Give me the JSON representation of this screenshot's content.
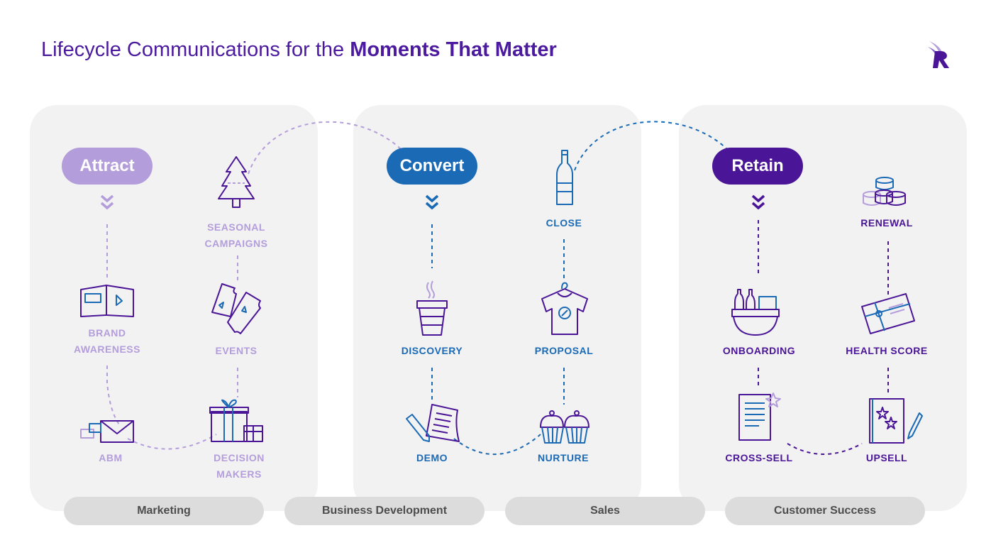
{
  "title": {
    "regular": "Lifecycle Communications for the ",
    "bold": "Moments That Matter"
  },
  "stages": {
    "attract": {
      "label": "Attract",
      "color": "#b49ddb"
    },
    "convert": {
      "label": "Convert",
      "color": "#1b6ab5"
    },
    "retain": {
      "label": "Retain",
      "color": "#4a1596"
    }
  },
  "moments": {
    "seasonal": [
      "SEASONAL",
      "CAMPAIGNS"
    ],
    "brand": [
      "BRAND",
      "AWARENESS"
    ],
    "events": "EVENTS",
    "abm": "ABM",
    "decision": [
      "DECISION",
      "MAKERS"
    ],
    "close": "CLOSE",
    "discovery": "DISCOVERY",
    "proposal": "PROPOSAL",
    "demo": "DEMO",
    "nurture": "NURTURE",
    "renewal": "RENEWAL",
    "onboarding": "ONBOARDING",
    "health": "HEALTH SCORE",
    "crosssell": "CROSS-SELL",
    "upsell": "UPSELL"
  },
  "teams": [
    "Marketing",
    "Business Development",
    "Sales",
    "Customer Success"
  ],
  "icons": {
    "logo": "r-wing-logo",
    "tree": "tree-icon",
    "book": "brochure-icon",
    "tickets": "tickets-icon",
    "envelope": "envelope-icon",
    "gift": "gift-icon",
    "bottle": "bottle-icon",
    "cup": "coffee-cup-icon",
    "shirt": "shirt-icon",
    "pen": "pen-paper-icon",
    "cupcake": "cupcakes-icon",
    "coins": "coins-icon",
    "basket": "basket-icon",
    "card": "gift-card-icon",
    "document": "document-icon",
    "notebook": "notebook-icon"
  }
}
